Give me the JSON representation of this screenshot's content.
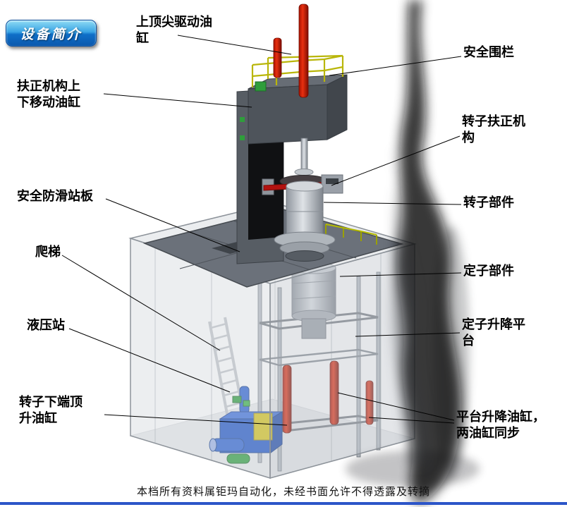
{
  "badge": {
    "label": "设备简介"
  },
  "annotations": {
    "top_tip_cylinder": "上顶尖驱动油\n缸",
    "safety_fence": "安全围栏",
    "centering_updown_cylinder": "扶正机构上\n下移动油缸",
    "rotor_centering_mechanism": "转子扶正机\n构",
    "antislip_plate": "安全防滑站板",
    "rotor_part": "转子部件",
    "ladder": "爬梯",
    "stator_part": "定子部件",
    "hydraulic_station": "液压站",
    "stator_lift_platform": "定子升降平\n台",
    "rotor_bottom_jack_cylinder": "转子下端顶\n升油缸",
    "platform_lift_cylinders": "平台升降油缸，\n两油缸同步"
  },
  "footer": {
    "watermark": "本档所有资料属钜玛自动化，未经书面允许不得透露及转摘"
  },
  "colors": {
    "badge_blue": "#1e7fd0",
    "cylinder_red": "#cc1600",
    "railing_yellow": "#b8b400",
    "hydraulic_blue": "#1d55c8",
    "frame_gray": "#565c63",
    "plate_gray": "#6b717a",
    "accent_line_blue": "#2c55c8"
  }
}
